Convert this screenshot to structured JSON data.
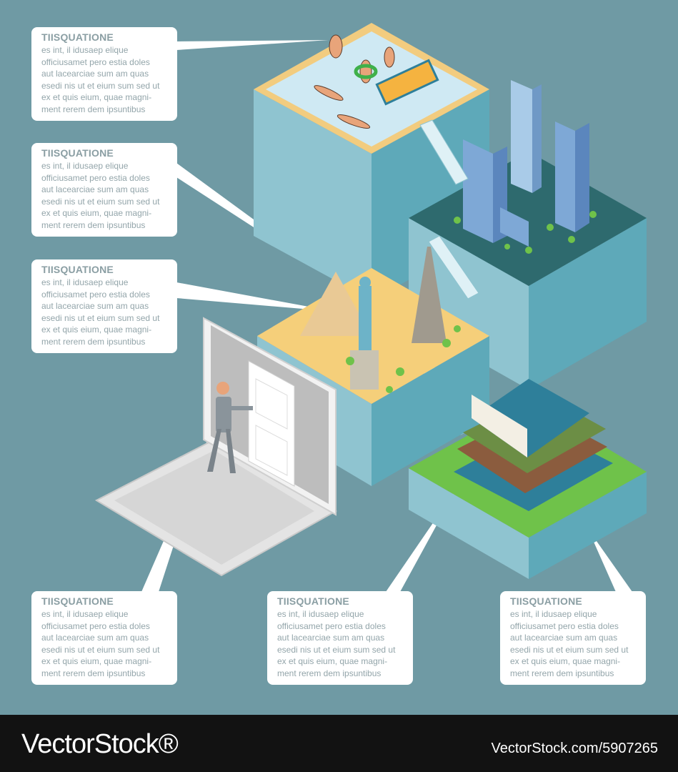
{
  "callouts": [
    {
      "title": "TIISQUATIONE",
      "lines": [
        "es int, il idusaep elique",
        "officiusamet pero estia doles",
        "aut lacearciae sum am quas",
        "esedi nis ut et eium sum sed ut",
        "ex et quis eium, quae magni-",
        "ment rerem dem ipsuntibus"
      ]
    },
    {
      "title": "TIISQUATIONE",
      "lines": [
        "es int, il idusaep elique",
        "officiusamet pero estia doles",
        "aut lacearciae sum am quas",
        "esedi nis ut et eium sum sed ut",
        "ex et quis eium, quae magni-",
        "ment rerem dem ipsuntibus"
      ]
    },
    {
      "title": "TIISQUATIONE",
      "lines": [
        "es int, il idusaep elique",
        "officiusamet pero estia doles",
        "aut lacearciae sum am quas",
        "esedi nis ut et eium sum sed ut",
        "ex et quis eium, quae magni-",
        "ment rerem dem ipsuntibus"
      ]
    },
    {
      "title": "TIISQUATIONE",
      "lines": [
        "es int, il idusaep elique",
        "officiusamet pero estia doles",
        "aut lacearciae sum am quas",
        "esedi nis ut et eium sum sed ut",
        "ex et quis eium, quae magni-",
        "ment rerem dem ipsuntibus"
      ]
    },
    {
      "title": "TIISQUATIONE",
      "lines": [
        "es int, il idusaep elique",
        "officiusamet pero estia doles",
        "aut lacearciae sum am quas",
        "esedi nis ut et eium sum sed ut",
        "ex et quis eium, quae magni-",
        "ment rerem dem ipsuntibus"
      ]
    },
    {
      "title": "TIISQUATIONE",
      "lines": [
        "es int, il idusaep elique",
        "officiusamet pero estia doles",
        "aut lacearciae sum am quas",
        "esedi nis ut et eium sum sed ut",
        "ex et quis eium, quae magni-",
        "ment rerem dem ipsuntibus"
      ]
    }
  ],
  "watermark": {
    "brand": "VectorStock®",
    "id": "VectorStock.com/5907265"
  },
  "colors": {
    "background": "#6f9aa4",
    "block_front": "#8fc4d0",
    "block_side": "#5aa3b3",
    "block_top_dark": "#2e6a6e",
    "grass": "#6fc24a",
    "sand": "#f5cf7a",
    "pool": "#cfe9f3"
  },
  "icons": [
    "pool-icon",
    "skyscraper-icon",
    "pyramid-icon",
    "statue-of-liberty-icon",
    "eiffel-tower-icon",
    "books-icon",
    "laptop-icon",
    "door-icon",
    "businessman-icon",
    "staircase-icon"
  ]
}
